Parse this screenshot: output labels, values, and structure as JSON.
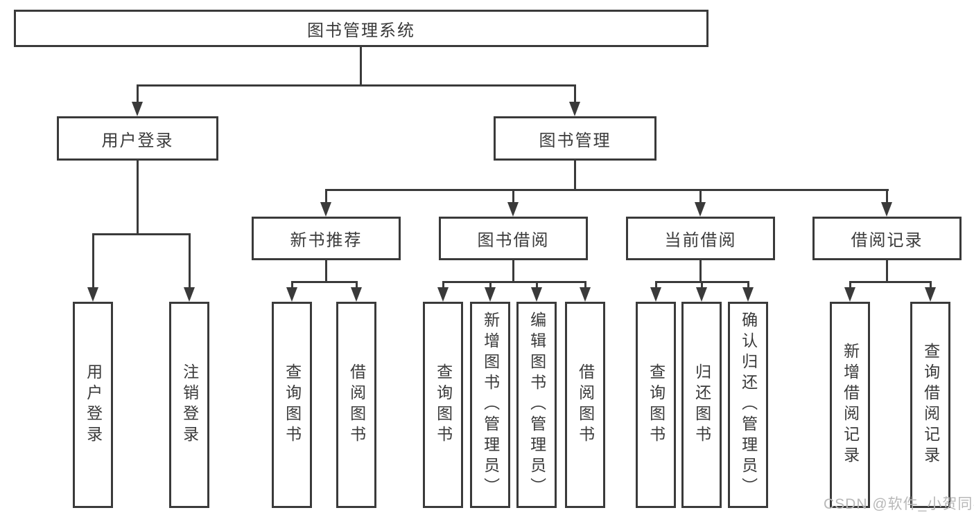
{
  "diagram": {
    "root": {
      "label": "图书管理系统"
    },
    "level2": [
      {
        "label": "用户登录",
        "children": [
          {
            "label": "用户登录"
          },
          {
            "label": "注销登录"
          }
        ]
      },
      {
        "label": "图书管理",
        "children": [
          {
            "label": "新书推荐",
            "children": [
              {
                "label": "查询图书"
              },
              {
                "label": "借阅图书"
              }
            ]
          },
          {
            "label": "图书借阅",
            "children": [
              {
                "label": "查询图书"
              },
              {
                "label": "新增图书（管理员）"
              },
              {
                "label": "编辑图书（管理员）"
              },
              {
                "label": "借阅图书"
              }
            ]
          },
          {
            "label": "当前借阅",
            "children": [
              {
                "label": "查询图书"
              },
              {
                "label": "归还图书"
              },
              {
                "label": "确认归还（管理员）"
              }
            ]
          },
          {
            "label": "借阅记录",
            "children": [
              {
                "label": "新增借阅记录"
              },
              {
                "label": "查询借阅记录"
              }
            ]
          }
        ]
      }
    ]
  },
  "watermark": {
    "text": "CSDN @软件_小贺同学"
  },
  "colors": {
    "line": "#3a3a3a",
    "text": "#3a3a3a",
    "watermark": "#b8b8b8",
    "background": "#ffffff"
  }
}
